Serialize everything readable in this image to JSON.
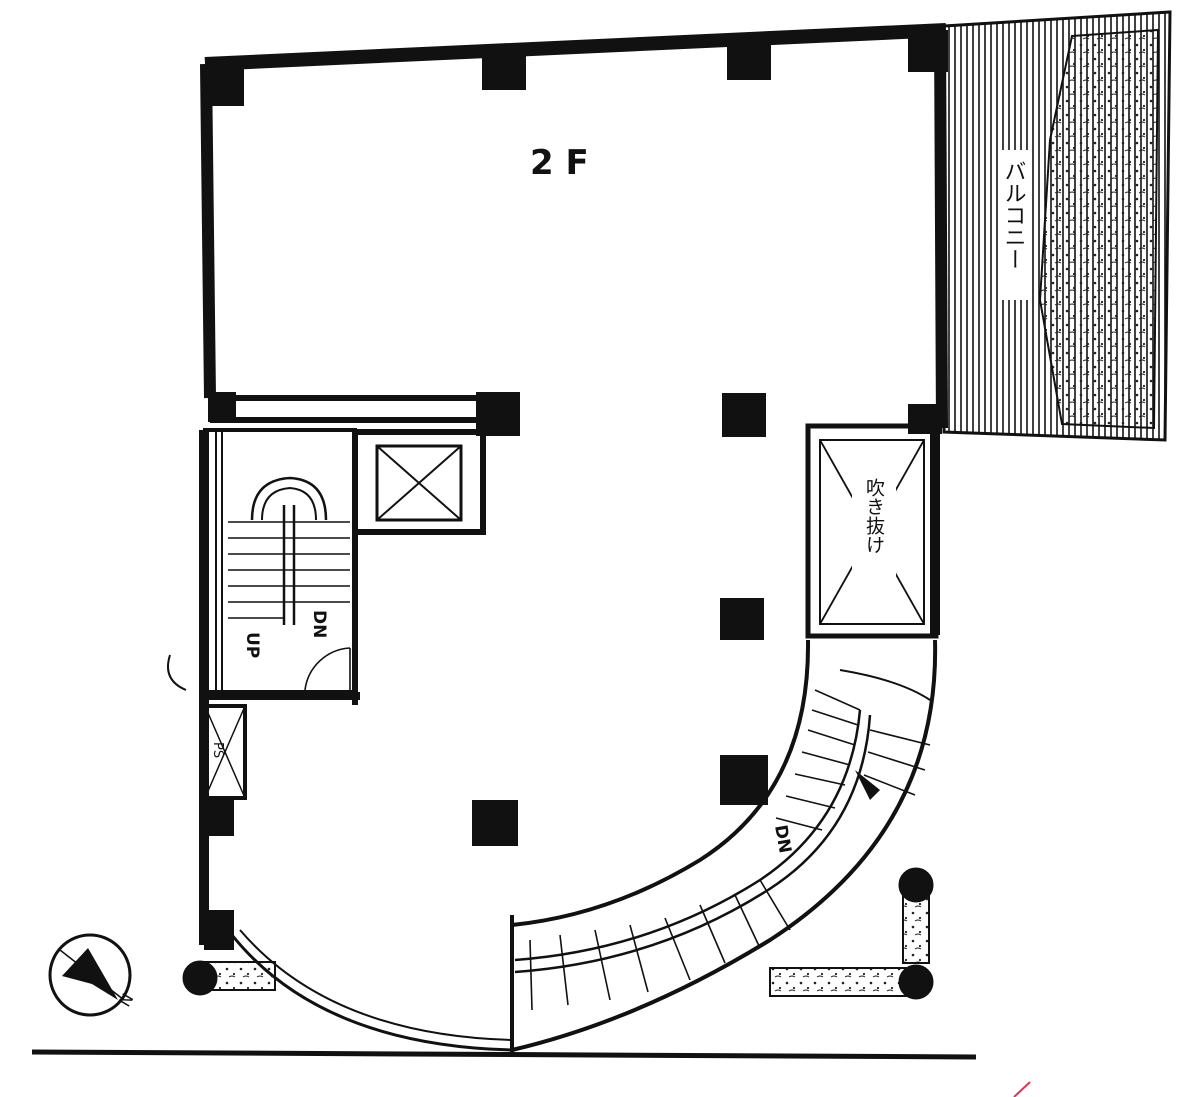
{
  "floor_label": "2 F",
  "balcony_label": "バルコニー",
  "void_label": "吹き抜け",
  "stair_up_label": "UP",
  "stair_down_label": "DN",
  "spiral_down_label": "DN",
  "ps_label": "PS",
  "north_label": "N",
  "colors": {
    "ink": "#111111",
    "paper": "#ffffff",
    "accent": "#e0305a"
  }
}
